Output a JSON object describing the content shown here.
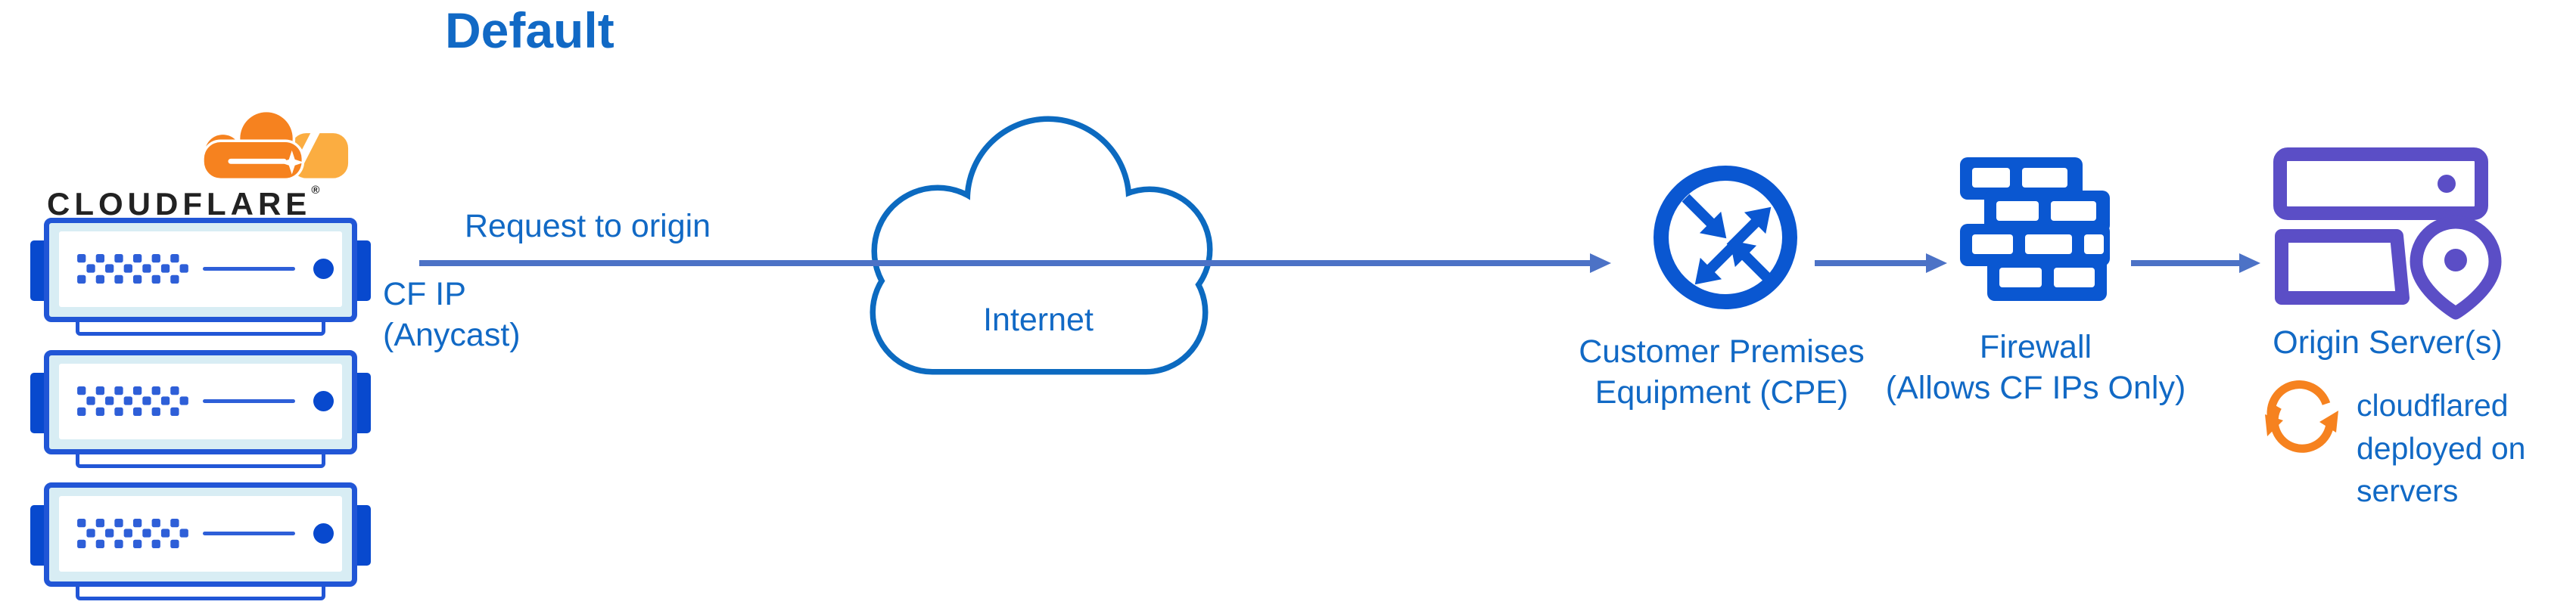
{
  "title": "Default",
  "brand": {
    "wordmark": "CLOUDFLARE",
    "registered_mark": "®"
  },
  "edge": {
    "server_count": 3
  },
  "flow": {
    "request_label": "Request to origin",
    "source_ip_label": "CF IP\n(Anycast)",
    "internet_label": "Internet",
    "cpe_label": "Customer Premises\nEquipment (CPE)",
    "firewall_label": "Firewall\n(Allows CF IPs Only)",
    "origin_label": "Origin Server(s)",
    "cloudflared_note": "cloudflared\ndeployed on\nservers"
  },
  "colors": {
    "text_blue": "#1169C5",
    "arrow_blue": "#4C72C6",
    "icon_blue": "#0A57D1",
    "cloud_outline": "#0C6AC0",
    "server_border": "#2156D6",
    "server_fill": "#D8EDF4",
    "server_tab": "#0849CE",
    "server_dot": "#2E5FD8",
    "origin_purple": "#5B4EC6",
    "cf_orange": "#F6821F",
    "cf_orange_light": "#FBAD41",
    "wordmark_black": "#222222"
  }
}
